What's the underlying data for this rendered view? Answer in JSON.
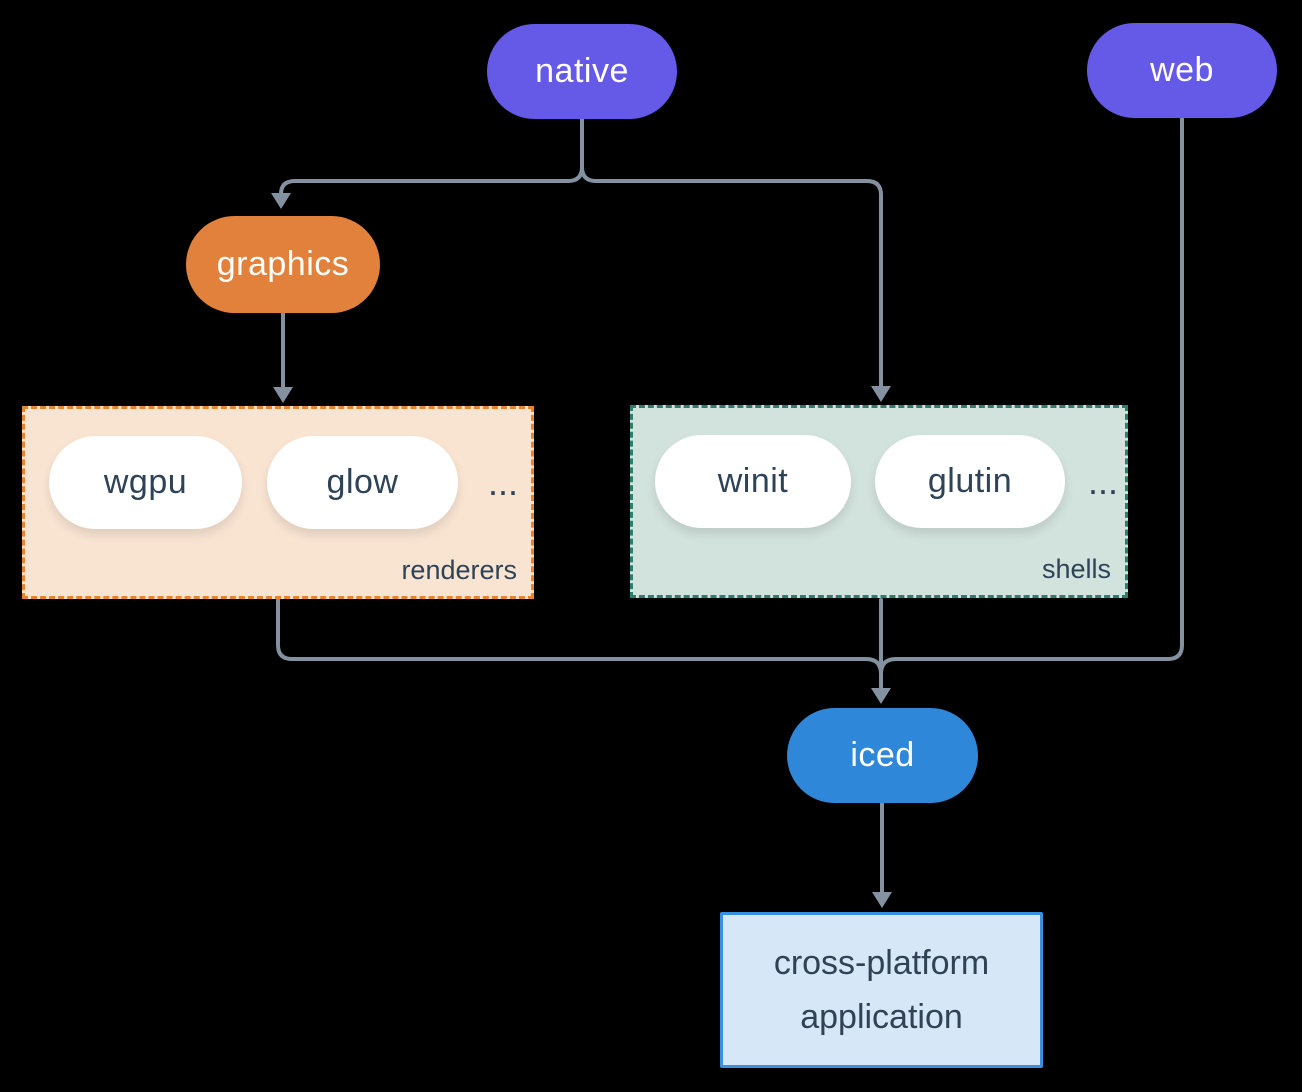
{
  "nodes": {
    "native": {
      "label": "native"
    },
    "web": {
      "label": "web"
    },
    "graphics": {
      "label": "graphics"
    },
    "iced": {
      "label": "iced"
    },
    "app": {
      "lines": [
        "cross-platform",
        "application"
      ]
    }
  },
  "groups": {
    "renderers": {
      "label": "renderers",
      "items": [
        "wgpu",
        "glow"
      ],
      "ellipsis": "..."
    },
    "shells": {
      "label": "shells",
      "items": [
        "winit",
        "glutin"
      ],
      "ellipsis": "..."
    }
  },
  "edges": [
    {
      "from": "native",
      "to": "graphics"
    },
    {
      "from": "native",
      "to": "shells"
    },
    {
      "from": "graphics",
      "to": "renderers"
    },
    {
      "from": "renderers",
      "to": "iced"
    },
    {
      "from": "shells",
      "to": "iced"
    },
    {
      "from": "web",
      "to": "iced"
    },
    {
      "from": "iced",
      "to": "app"
    }
  ],
  "colors": {
    "background": "#000000",
    "node-purple": "#6559E8",
    "node-orange": "#E2813C",
    "node-blue": "#2E87D8",
    "renderers-bg": "#F9E4D2",
    "renderers-border": "#E8832E",
    "shells-bg": "#D2E2DC",
    "shells-border": "#2A7F6F",
    "app-bg": "#D6E7F7",
    "app-border": "#3A8FE0",
    "text-dark": "#2F4357",
    "text-light": "#FFFFFF",
    "edge": "#8491A0"
  }
}
